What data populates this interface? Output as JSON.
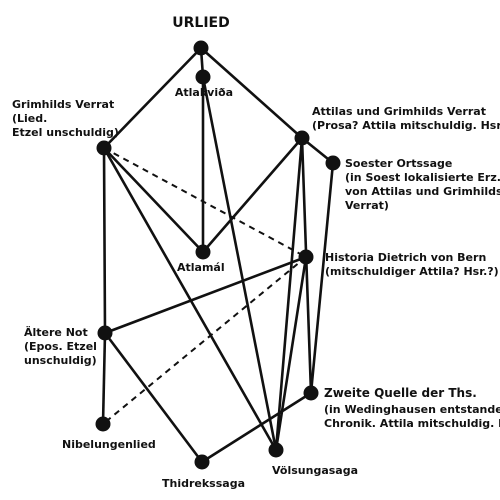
{
  "diagram": {
    "nodes": [
      {
        "id": "urlied",
        "lines": [
          "URLIED"
        ],
        "label_size": "large"
      },
      {
        "id": "atlakvida",
        "lines": [
          "Atlakviða"
        ]
      },
      {
        "id": "grimhilds",
        "lines": [
          "Grimhilds Verrat",
          "(Lied.",
          "Etzel unschuldig)"
        ]
      },
      {
        "id": "attilas",
        "lines": [
          "Attilas und Grimhilds Verrat",
          "(Prosa? Attila mitschuldig. Hsr.)"
        ]
      },
      {
        "id": "soester",
        "lines": [
          "Soester Ortssage",
          "(in Soest lokalisierte Erz.",
          "von Attilas und Grimhilds",
          "Verrat)"
        ]
      },
      {
        "id": "atlamal",
        "lines": [
          "Atlamál"
        ]
      },
      {
        "id": "historia",
        "lines": [
          "Historia Dietrich von Bern",
          "(mitschuldiger Attila? Hsr.?)"
        ]
      },
      {
        "id": "aeltere",
        "lines": [
          "Ältere Not",
          "(Epos. Etzel",
          "unschuldig)"
        ]
      },
      {
        "id": "zweite",
        "lines": [
          "Zweite Quelle der Ths.",
          "(in Wedinghausen entstandene",
          "Chronik. Attila mitschuldig. Hsr.)"
        ]
      },
      {
        "id": "nibelungenlied",
        "lines": [
          "Nibelungenlied"
        ]
      },
      {
        "id": "thidrekssaga",
        "lines": [
          "Thidrekssaga"
        ]
      },
      {
        "id": "volsungasaga",
        "lines": [
          "Völsungasaga"
        ]
      }
    ],
    "edges": [
      {
        "from": "urlied",
        "to": "atlakvida",
        "style": "solid"
      },
      {
        "from": "urlied",
        "to": "grimhilds",
        "style": "solid"
      },
      {
        "from": "urlied",
        "to": "attilas",
        "style": "solid"
      },
      {
        "from": "atlakvida",
        "to": "atlamal",
        "style": "solid"
      },
      {
        "from": "atlakvida",
        "to": "volsungasaga",
        "style": "solid"
      },
      {
        "from": "grimhilds",
        "to": "atlamal",
        "style": "solid"
      },
      {
        "from": "grimhilds",
        "to": "aeltere",
        "style": "solid"
      },
      {
        "from": "grimhilds",
        "to": "historia",
        "style": "dashed"
      },
      {
        "from": "grimhilds",
        "to": "volsungasaga",
        "style": "solid"
      },
      {
        "from": "attilas",
        "to": "atlamal",
        "style": "solid"
      },
      {
        "from": "attilas",
        "to": "soester",
        "style": "solid"
      },
      {
        "from": "attilas",
        "to": "volsungasaga",
        "style": "solid"
      },
      {
        "from": "attilas",
        "to": "zweite",
        "style": "solid"
      },
      {
        "from": "soester",
        "to": "zweite",
        "style": "solid"
      },
      {
        "from": "aeltere",
        "to": "historia",
        "style": "solid"
      },
      {
        "from": "aeltere",
        "to": "nibelungenlied",
        "style": "solid"
      },
      {
        "from": "aeltere",
        "to": "thidrekssaga",
        "style": "solid"
      },
      {
        "from": "historia",
        "to": "nibelungenlied",
        "style": "dashed"
      },
      {
        "from": "historia",
        "to": "volsungasaga",
        "style": "solid"
      },
      {
        "from": "zweite",
        "to": "thidrekssaga",
        "style": "solid"
      }
    ]
  }
}
